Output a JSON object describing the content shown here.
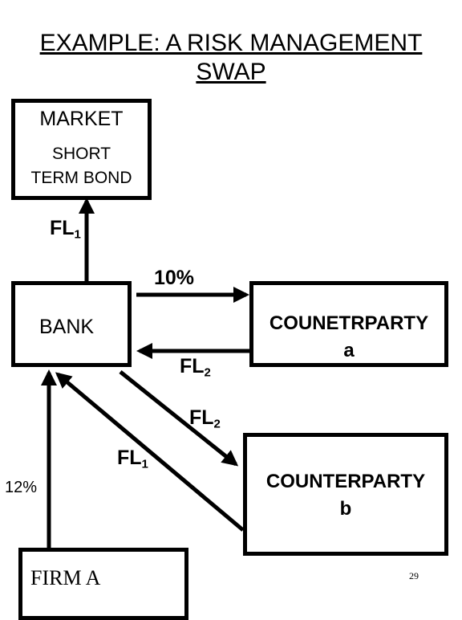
{
  "title": {
    "line1": "EXAMPLE: A RISK MANAGEMENT",
    "line2": "SWAP"
  },
  "market": {
    "label": "MARKET",
    "sub_line1": "SHORT",
    "sub_line2": "TERM BOND"
  },
  "bank": {
    "label": "BANK"
  },
  "counterparty_a": {
    "line1": "COUNETRPARTY",
    "line2": "a"
  },
  "counterparty_b": {
    "line1": "COUNTERPARTY",
    "line2": "b"
  },
  "firm_a": {
    "label": "FIRM A"
  },
  "flows": {
    "bank_to_market": {
      "base": "FL",
      "sub": "1"
    },
    "bank_to_cp_a": "10%",
    "cp_a_to_bank": {
      "base": "FL",
      "sub": "2"
    },
    "bank_to_cp_b": {
      "base": "FL",
      "sub": "2"
    },
    "cp_b_to_bank": {
      "base": "FL",
      "sub": "1"
    },
    "firm_to_bank": "12%"
  },
  "page_number": "29"
}
